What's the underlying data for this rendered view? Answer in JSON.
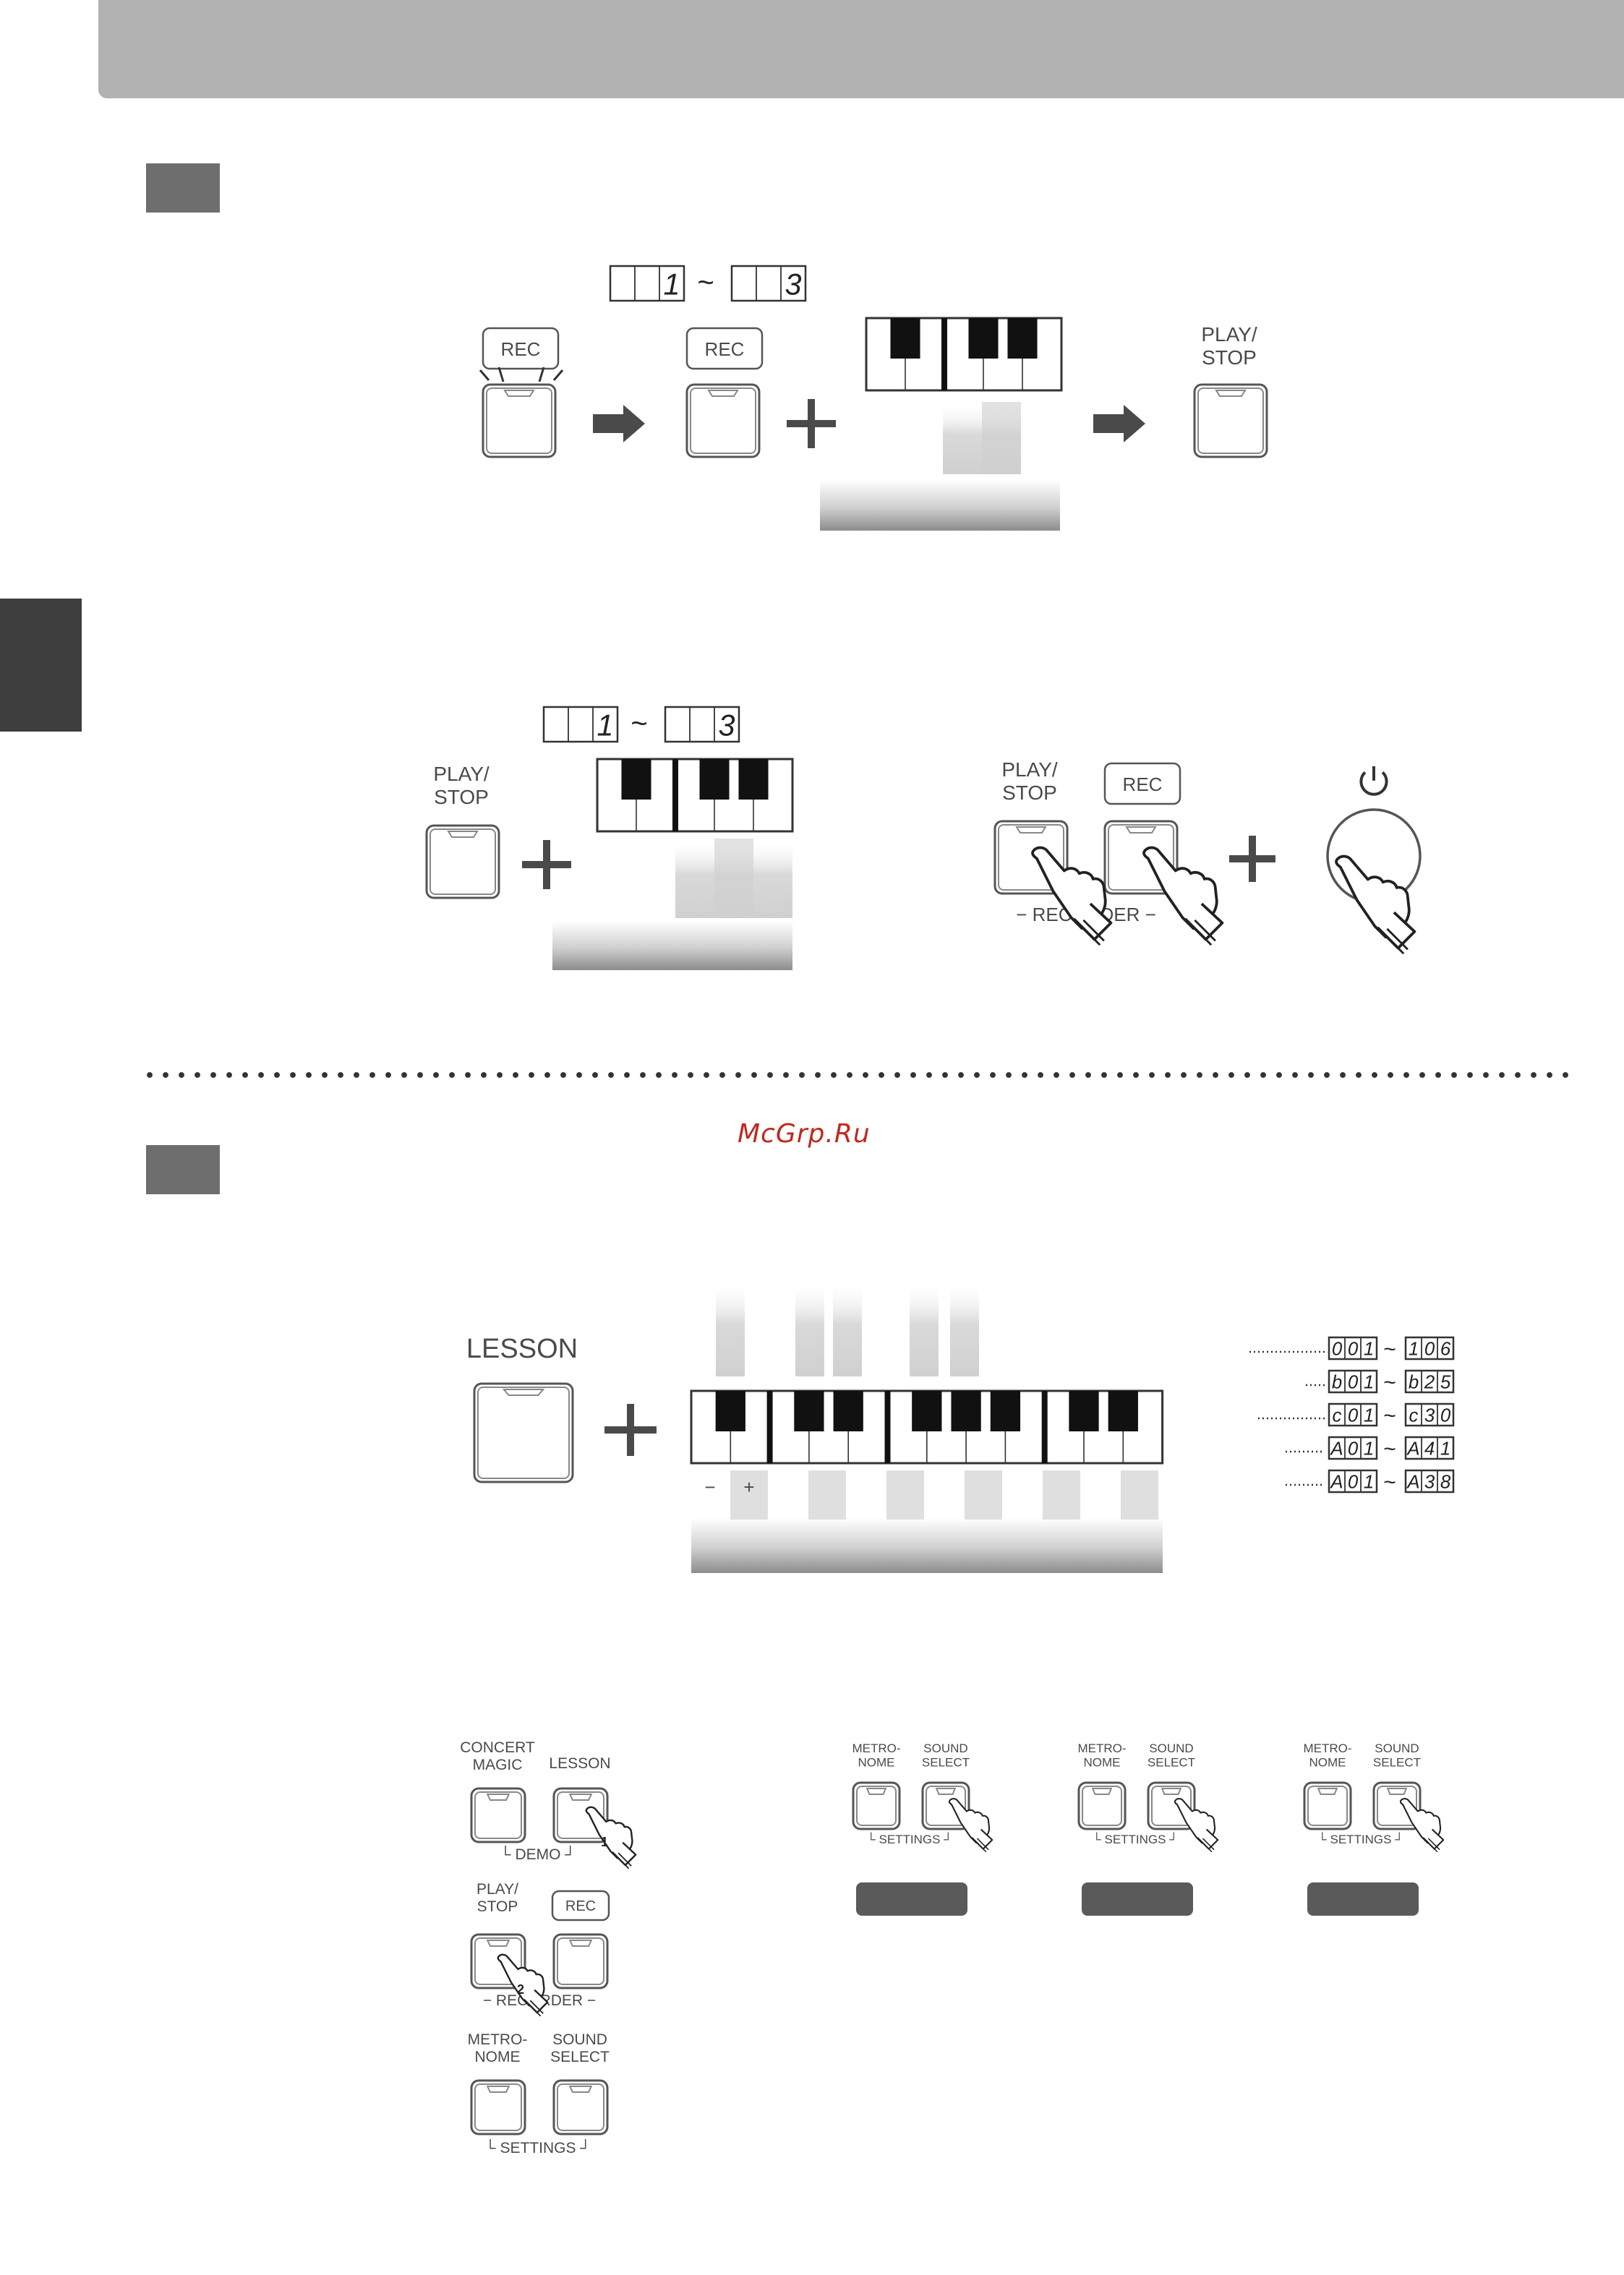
{
  "watermark": "McGrp.Ru",
  "labels": {
    "rec": "REC",
    "play_stop": "PLAY/\nSTOP",
    "lesson": "LESSON",
    "concert_magic": "CONCERT\nMAGIC",
    "metronome": "METRO-\nNOME",
    "sound_select": "SOUND\nSELECT",
    "demo": "DEMO",
    "recorder": "RECORDER",
    "settings": "SETTINGS",
    "minus": "−",
    "plus": "+",
    "power_symbol": "⏻"
  },
  "displays": {
    "memory_range": [
      "1",
      "3"
    ],
    "lesson_ranges": [
      [
        "001",
        "106"
      ],
      [
        "b01",
        "b25"
      ],
      [
        "c01",
        "c30"
      ],
      [
        "A01",
        "A41"
      ],
      [
        "A01",
        "A38"
      ]
    ]
  },
  "finger_numbers": [
    "1",
    "2"
  ],
  "colors": {
    "header": "#b2b2b2",
    "side_tab": "#3e3e3e",
    "step_box": "#6e6e6e",
    "arrow": "#4a4a4a",
    "watermark": "#c0281e"
  },
  "icons": [
    "right-arrow-icon",
    "plus-icon",
    "pressing-hand-icon",
    "power-icon"
  ]
}
